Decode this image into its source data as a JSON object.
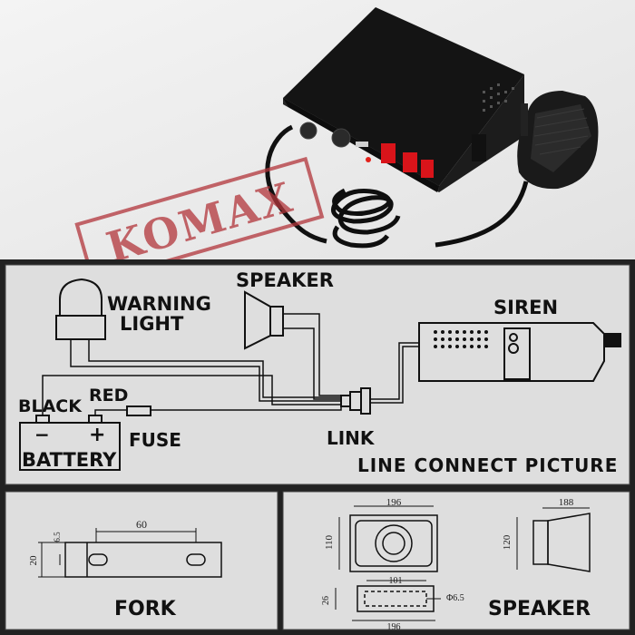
{
  "photo": {
    "watermark": "KOMAX"
  },
  "wiring": {
    "speaker_label": "SPEAKER",
    "warning_light_label_1": "WARNING",
    "warning_light_label_2": "LIGHT",
    "siren_label": "SIREN",
    "black_label": "BLACK",
    "red_label": "RED",
    "minus_sign": "−",
    "plus_sign": "+",
    "fuse_label": "FUSE",
    "battery_label": "BATTERY",
    "link_label": "LINK",
    "caption": "LINE CONNECT PICTURE"
  },
  "fork_panel": {
    "dim_hole": "6.5",
    "dim_length": "60",
    "dim_height": "20",
    "title": "FORK"
  },
  "speaker_panel": {
    "front_width": "196",
    "front_height": "110",
    "base_width": "101",
    "base_outer": "196",
    "base_height": "26",
    "hole_dia": "Φ6.5",
    "side_width": "188",
    "side_height": "120",
    "title": "SPEAKER"
  }
}
